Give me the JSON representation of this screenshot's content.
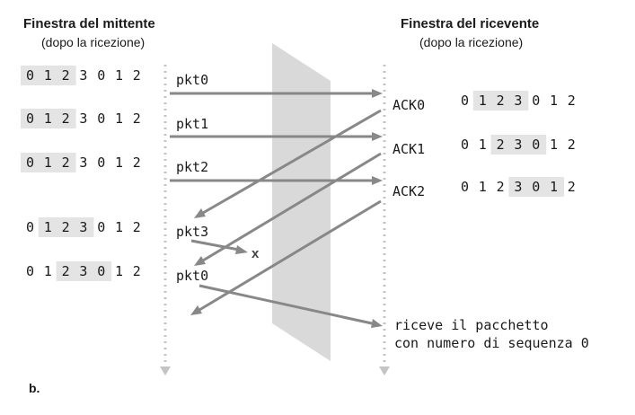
{
  "sender": {
    "title": "Finestra del mittente",
    "subtitle": "(dopo la ricezione)",
    "rows": [
      {
        "digits": [
          "0",
          "1",
          "2",
          "3",
          "0",
          "1",
          "2"
        ],
        "window_start": 0,
        "window_size": 3
      },
      {
        "digits": [
          "0",
          "1",
          "2",
          "3",
          "0",
          "1",
          "2"
        ],
        "window_start": 0,
        "window_size": 3
      },
      {
        "digits": [
          "0",
          "1",
          "2",
          "3",
          "0",
          "1",
          "2"
        ],
        "window_start": 0,
        "window_size": 3
      },
      {
        "digits": [
          "0",
          "1",
          "2",
          "3",
          "0",
          "1",
          "2"
        ],
        "window_start": 1,
        "window_size": 3
      },
      {
        "digits": [
          "0",
          "1",
          "2",
          "3",
          "0",
          "1",
          "2"
        ],
        "window_start": 2,
        "window_size": 3
      }
    ]
  },
  "receiver": {
    "title": "Finestra del ricevente",
    "subtitle": "(dopo la ricezione)",
    "rows": [
      {
        "ack": "ACK0",
        "digits": [
          "0",
          "1",
          "2",
          "3",
          "0",
          "1",
          "2"
        ],
        "window_start": 1,
        "window_size": 3
      },
      {
        "ack": "ACK1",
        "digits": [
          "0",
          "1",
          "2",
          "3",
          "0",
          "1",
          "2"
        ],
        "window_start": 2,
        "window_size": 3
      },
      {
        "ack": "ACK2",
        "digits": [
          "0",
          "1",
          "2",
          "3",
          "0",
          "1",
          "2"
        ],
        "window_start": 3,
        "window_size": 3
      }
    ]
  },
  "packets": [
    "pkt0",
    "pkt1",
    "pkt2",
    "pkt3",
    "pkt0"
  ],
  "lost_marker": "x",
  "receive_note": {
    "line1": "riceve il pacchetto",
    "line2": "con numero di sequenza 0"
  },
  "panel_tag": "b."
}
